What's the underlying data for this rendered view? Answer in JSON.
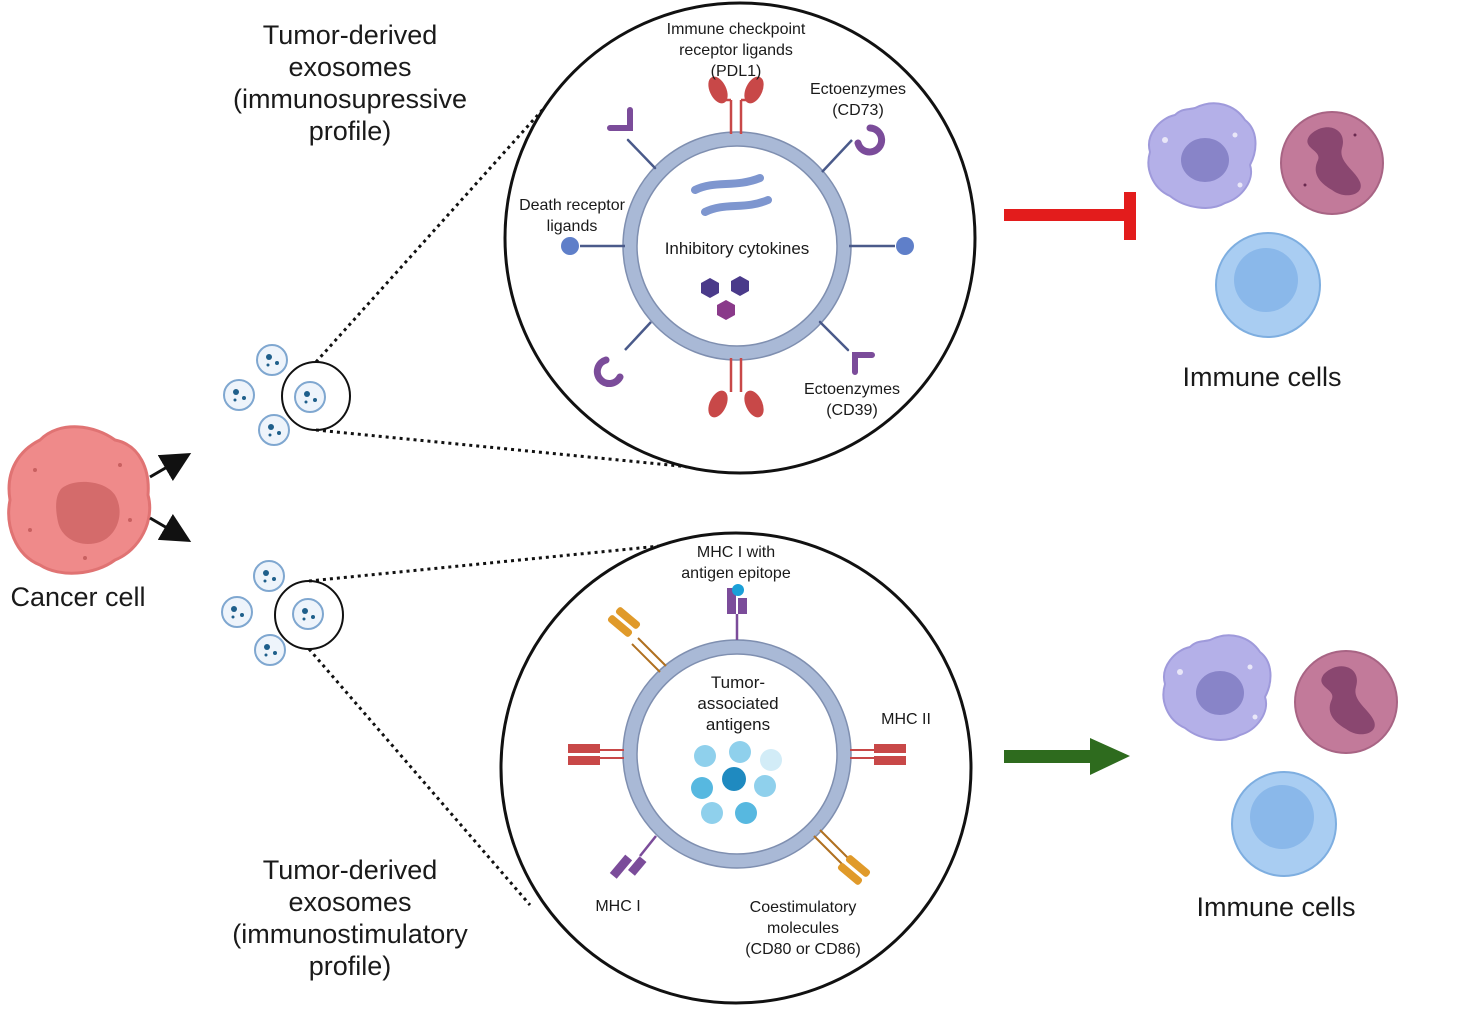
{
  "top_panel": {
    "title_lines": [
      "Tumor-derived",
      "exosomes",
      "(immunosupressive",
      "profile)"
    ],
    "checkpoint_label_lines": [
      "Immune checkpoint",
      "receptor ligands",
      "(PDL1)"
    ],
    "cd73_label_lines": [
      "Ectoenzymes",
      "(CD73)"
    ],
    "death_receptor_label_lines": [
      "Death receptor",
      "ligands"
    ],
    "core_label": "Inhibitory cytokines",
    "cd39_label_lines": [
      "Ectoenzymes",
      "(CD39)"
    ],
    "effect": "inhibition",
    "effect_color": "#e31c1c",
    "immune_cells_label": "Immune cells"
  },
  "bottom_panel": {
    "title_lines": [
      "Tumor-derived",
      "exosomes",
      "(immunostimulatory",
      "profile)"
    ],
    "mhc1_epitope_label_lines": [
      "MHC I with",
      "antigen epitope"
    ],
    "core_label_lines": [
      "Tumor-",
      "associated",
      "antigens"
    ],
    "mhc2_label": "MHC II",
    "mhc1_label": "MHC I",
    "costim_label_lines": [
      "Coestimulatory",
      "molecules",
      "(CD80 or CD86)"
    ],
    "effect": "stimulation",
    "effect_color": "#2e6b1e",
    "immune_cells_label": "Immune cells"
  },
  "cancer_cell_label": "Cancer cell",
  "colors": {
    "cancer_cell": "#ef8a8a",
    "exosome_membrane": "#a9b9d6",
    "receptor_red": "#c84848",
    "receptor_purple": "#7b4c9a",
    "receptor_blue": "#5f7fc9",
    "costim_orange": "#e09a2a",
    "antigen_blue": "#57b8e0",
    "macrophage": "#b4b0e8",
    "neutrophil": "#c27a9a",
    "lymphocyte": "#a9cdf2"
  }
}
